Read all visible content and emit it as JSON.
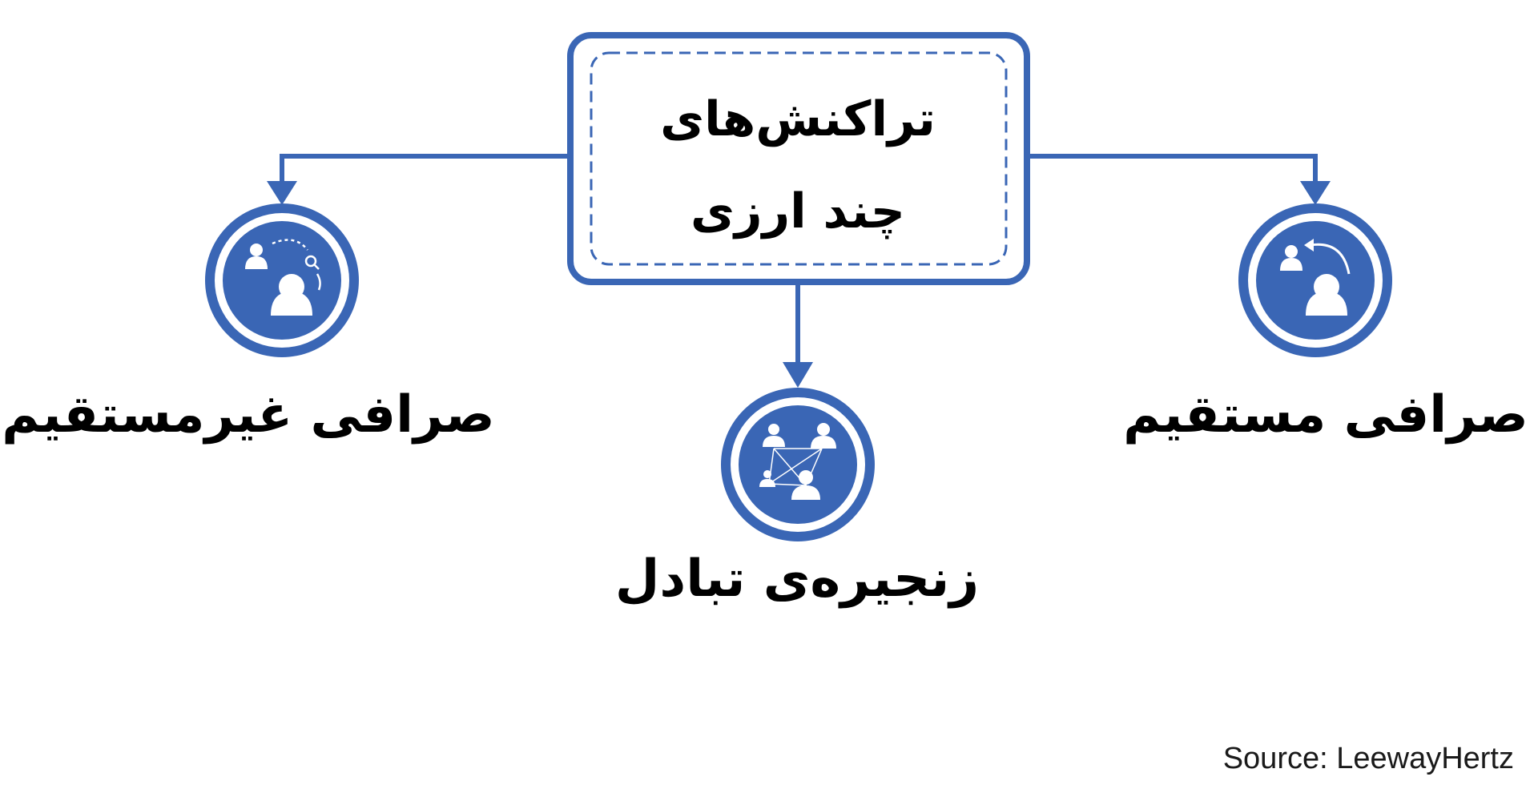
{
  "center_node": {
    "line1": "تراکنش‌های",
    "line2": "چند ارزی"
  },
  "nodes": [
    {
      "id": "indirect",
      "label": "صرافی غیرمستقیم",
      "icon": "indirect-exchange-icon"
    },
    {
      "id": "chain",
      "label": "زنجیره‌ی تبادل",
      "icon": "exchange-chain-icon"
    },
    {
      "id": "direct",
      "label": "صرافی مستقیم",
      "icon": "direct-exchange-icon"
    }
  ],
  "source": "Source: LeewayHertz",
  "colors": {
    "primary": "#3a66b5",
    "text": "#000000"
  }
}
